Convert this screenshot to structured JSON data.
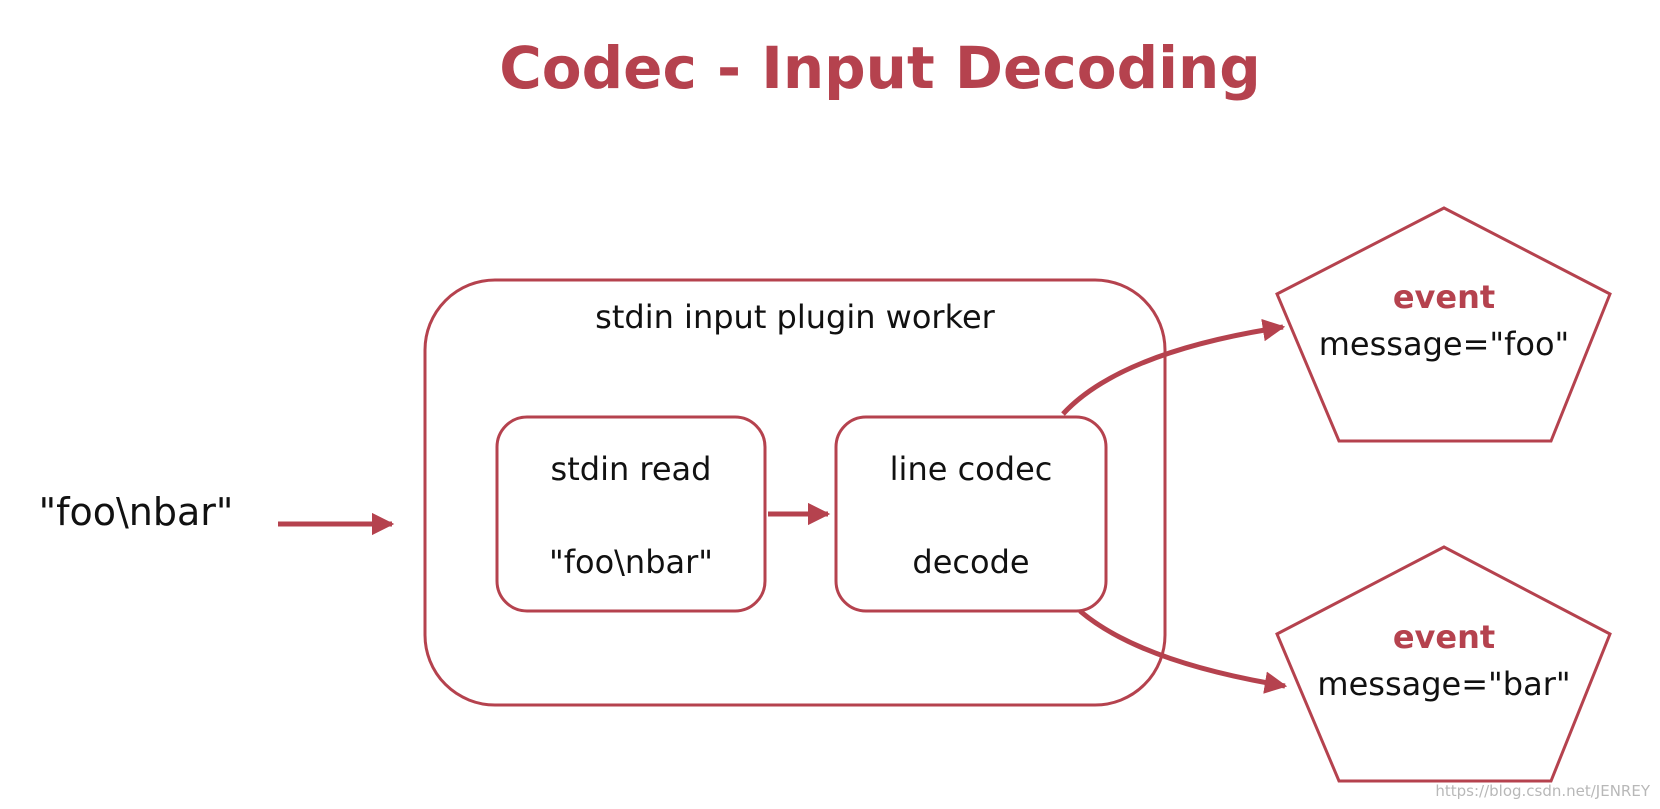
{
  "title": "Codec - Input Decoding",
  "input_text": "\"foo\\nbar\"",
  "worker": {
    "label": "stdin input plugin worker",
    "read_box": {
      "line1": "stdin read",
      "line2": "\"foo\\nbar\""
    },
    "codec_box": {
      "line1": "line codec",
      "line2": "decode"
    }
  },
  "events": [
    {
      "label": "event",
      "message": "message=\"foo\""
    },
    {
      "label": "event",
      "message": "message=\"bar\""
    }
  ],
  "watermark": "https://blog.csdn.net/JENREY",
  "colors": {
    "accent": "#b5424e",
    "text": "#111111",
    "background": "#ffffff"
  }
}
